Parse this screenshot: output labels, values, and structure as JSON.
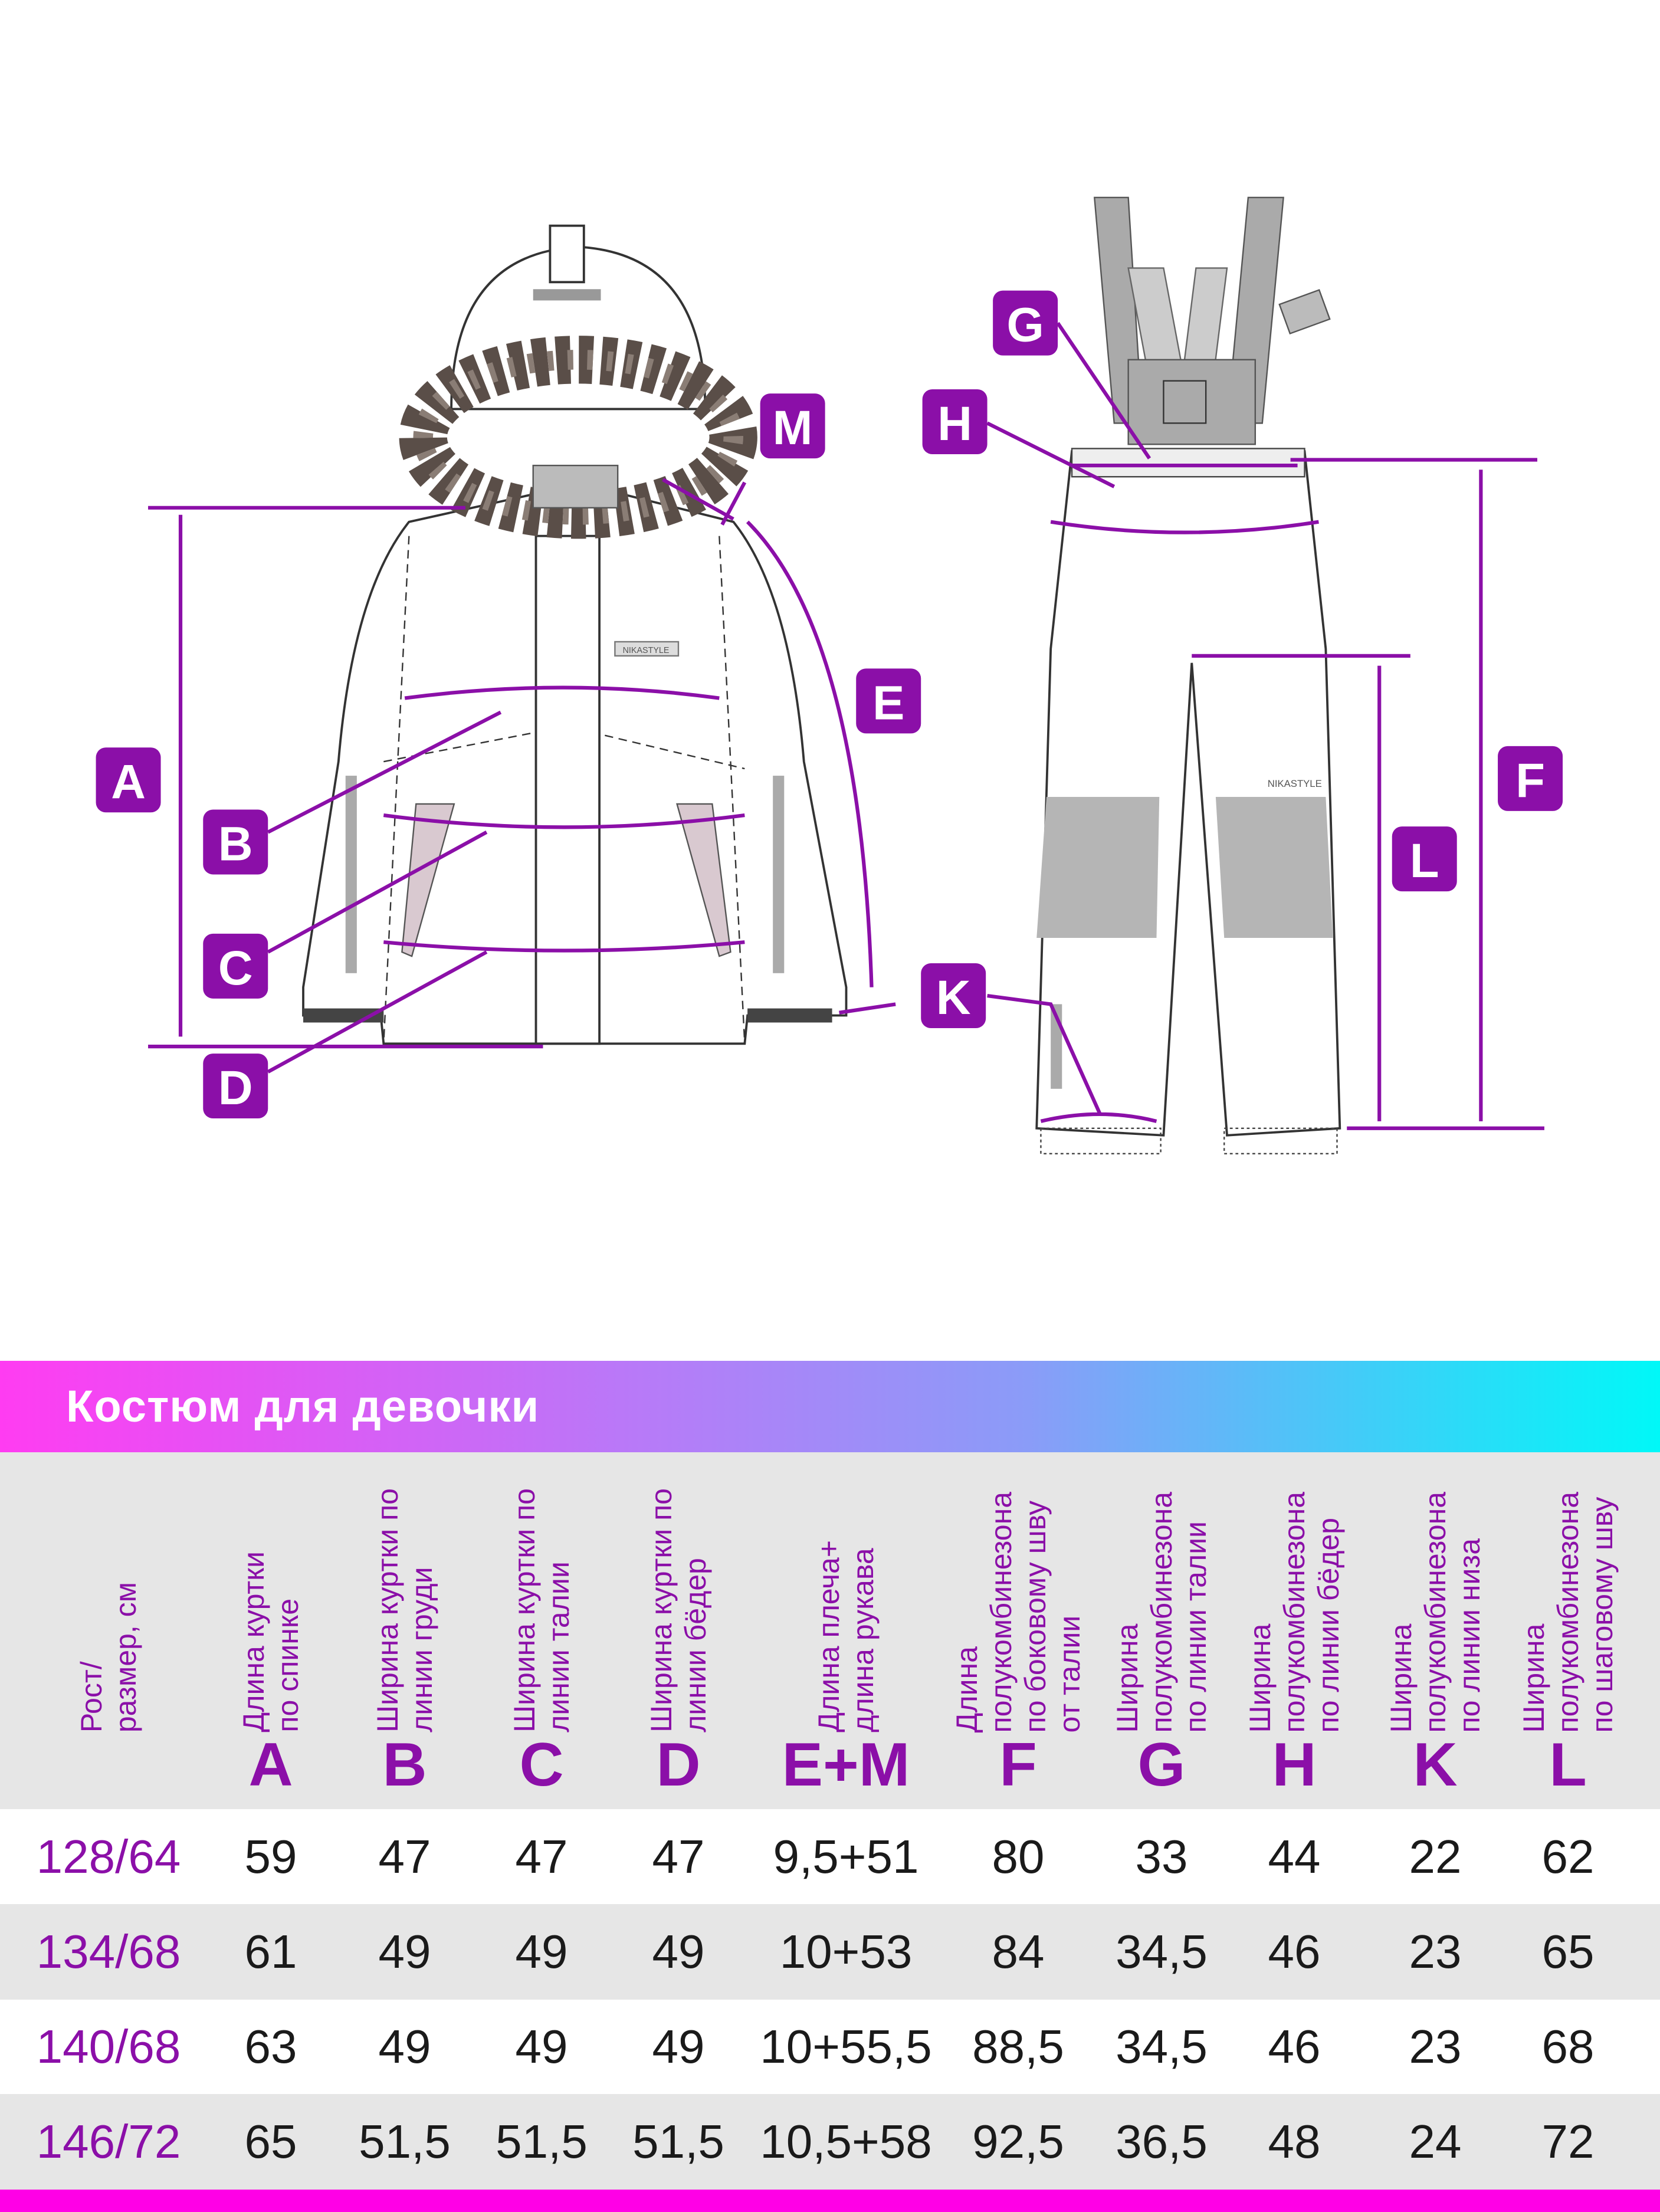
{
  "diagram": {
    "labels": [
      "A",
      "B",
      "C",
      "D",
      "E",
      "M",
      "G",
      "H",
      "F",
      "L",
      "K"
    ],
    "brand_tag": "NIKASTYLE",
    "strap_text": "NIKASTYLE",
    "colors": {
      "accent": "#8b0fa8",
      "magenta": "#ff00e6",
      "cyan": "#00f8f8"
    }
  },
  "table": {
    "title": "Костюм для девочки",
    "columns": [
      {
        "label": "Рост/\nразмер, см",
        "letter": ""
      },
      {
        "label": "Длина куртки\nпо спинке",
        "letter": "A"
      },
      {
        "label": "Ширина куртки по\nлинии груди",
        "letter": "B"
      },
      {
        "label": "Ширина куртки по\nлинии талии",
        "letter": "C"
      },
      {
        "label": "Ширина куртки по\nлинии бёдер",
        "letter": "D"
      },
      {
        "label": "Длина плеча+\nдлина рукава",
        "letter": "E+M"
      },
      {
        "label": "Длина\nполукомбинезона\nпо боковому шву\nот талии",
        "letter": "F"
      },
      {
        "label": "Ширина\nполукомбинезона\nпо линии талии",
        "letter": "G"
      },
      {
        "label": "Ширина\nполукомбинезона\nпо линии бёдер",
        "letter": "H"
      },
      {
        "label": "Ширина\nполукомбинезона\nпо линии низа",
        "letter": "K"
      },
      {
        "label": "Ширина\nполукомбинезона\nпо шаговому шву",
        "letter": "L"
      }
    ],
    "rows": [
      [
        "128/64",
        "59",
        "47",
        "47",
        "47",
        "9,5+51",
        "80",
        "33",
        "44",
        "22",
        "62"
      ],
      [
        "134/68",
        "61",
        "49",
        "49",
        "49",
        "10+53",
        "84",
        "34,5",
        "46",
        "23",
        "65"
      ],
      [
        "140/68",
        "63",
        "49",
        "49",
        "49",
        "10+55,5",
        "88,5",
        "34,5",
        "46",
        "23",
        "68"
      ],
      [
        "146/72",
        "65",
        "51,5",
        "51,5",
        "51,5",
        "10,5+58",
        "92,5",
        "36,5",
        "48",
        "24",
        "72"
      ]
    ]
  }
}
